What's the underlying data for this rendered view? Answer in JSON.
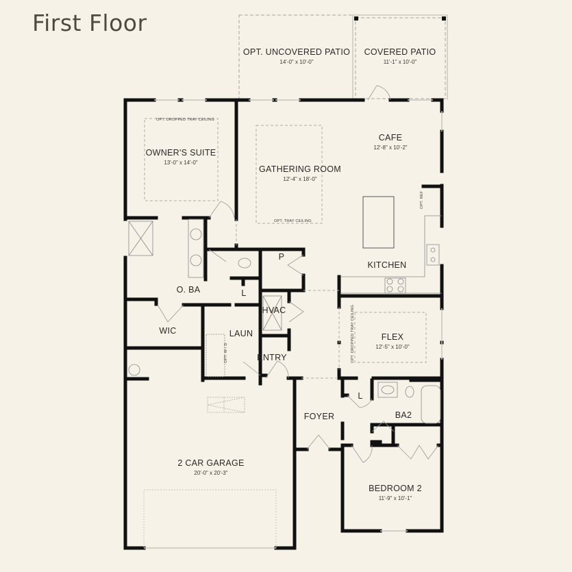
{
  "title": "First Floor",
  "colors": {
    "background": "#f7f2e8",
    "wall": "#111111",
    "title_text": "#4f4942",
    "dashed_line": "#a9a59e"
  },
  "rooms": {
    "opt_uncovered_patio": {
      "name": "OPT. UNCOVERED PATIO",
      "dim": "14'-0\" x 10'-0\""
    },
    "covered_patio": {
      "name": "COVERED PATIO",
      "dim": "11'-1\" x 10'-0\""
    },
    "owners_suite": {
      "name": "OWNER'S SUITE",
      "dim": "13'-0\" x 14'-0\"",
      "note": "OPT. DROPPED TRAY CEILING"
    },
    "gathering_room": {
      "name": "GATHERING ROOM",
      "dim": "12'-4\" x 18'-0\"",
      "note": "OPT. TRAY CEILING"
    },
    "cafe": {
      "name": "CAFE",
      "dim": "12'-8\" x 10'-2\""
    },
    "kitchen": {
      "name": "KITCHEN",
      "note": "OPT. REF"
    },
    "pantry": {
      "name": "P"
    },
    "owners_bath": {
      "name": "O. BA"
    },
    "linen_1": {
      "name": "L"
    },
    "hvac": {
      "name": "HVAC"
    },
    "wic": {
      "name": "WIC"
    },
    "laundry": {
      "name": "LAUN",
      "note": "OPT. W / D"
    },
    "entry": {
      "name": "ENTRY"
    },
    "flex": {
      "name": "FLEX",
      "dim": "12'-5\" x 10'-0\"",
      "note": "OPT. DROPPED TRAY CEILING"
    },
    "linen_2": {
      "name": "L"
    },
    "ba2": {
      "name": "BA2"
    },
    "foyer": {
      "name": "FOYER"
    },
    "garage": {
      "name": "2 CAR GARAGE",
      "dim": "20'-0\" x 20'-3\""
    },
    "bedroom_2": {
      "name": "BEDROOM 2",
      "dim": "11'-9\" x 10'-1\""
    }
  }
}
